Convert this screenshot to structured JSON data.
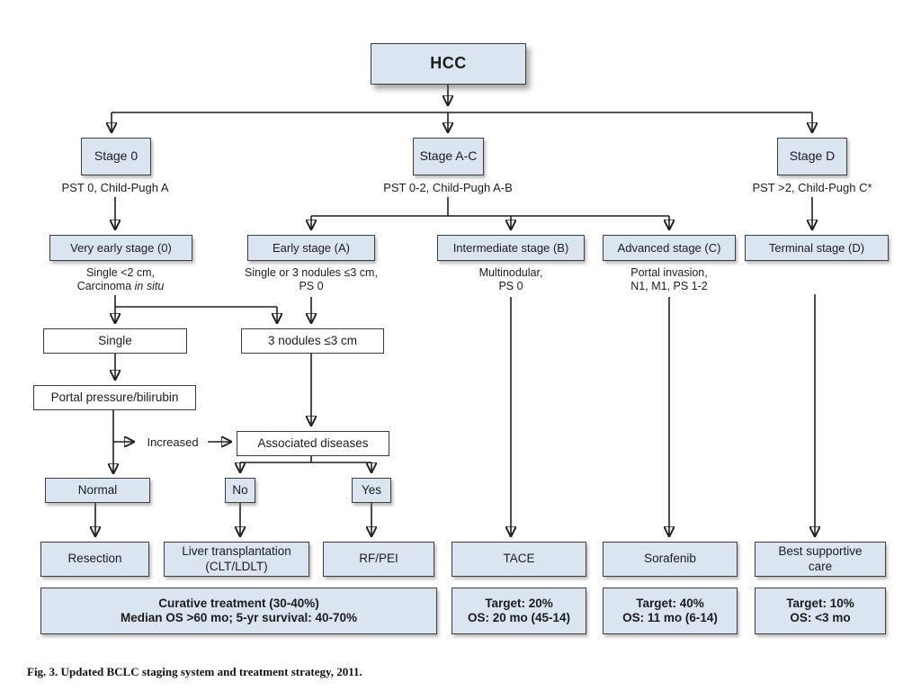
{
  "root": {
    "label": "HCC"
  },
  "branches": [
    {
      "label": "Stage 0",
      "criteria": "PST 0, Child-Pugh A"
    },
    {
      "label": "Stage A-C",
      "criteria": "PST 0-2, Child-Pugh A-B"
    },
    {
      "label": "Stage D",
      "criteria": "PST >2, Child-Pugh C*"
    }
  ],
  "stages": [
    {
      "label": "Very early stage (0)",
      "line1": "Single <2 cm,",
      "line2_plain": "Carcinoma",
      "line2_italic": "in situ"
    },
    {
      "label": "Early stage (A)",
      "line1": "Single or 3 nodules ≤3 cm,",
      "line2": "PS 0"
    },
    {
      "label": "Intermediate stage (B)",
      "line1": "Multinodular,",
      "line2": "PS 0"
    },
    {
      "label": "Advanced stage (C)",
      "line1": "Portal invasion,",
      "line2": "N1, M1, PS 1-2"
    },
    {
      "label": "Terminal stage (D)"
    }
  ],
  "decisions": {
    "single": "Single",
    "three_nodules": "3 nodules ≤3 cm",
    "portal_pressure": "Portal pressure/bilirubin",
    "increased": "Increased",
    "associated_diseases": "Associated diseases",
    "normal": "Normal",
    "no": "No",
    "yes": "Yes"
  },
  "treatments": {
    "resection": "Resection",
    "transplant_line1": "Liver transplantation",
    "transplant_line2": "(CLT/LDLT)",
    "rf_pei": "RF/PEI",
    "tace": "TACE",
    "sorafenib": "Sorafenib",
    "bsc_line1": "Best supportive",
    "bsc_line2": "care"
  },
  "outcomes": {
    "curative_line1": "Curative treatment (30-40%)",
    "curative_line2": "Median OS >60 mo; 5-yr survival: 40-70%",
    "tace_line1": "Target: 20%",
    "tace_line2": "OS: 20 mo (45-14)",
    "sorafenib_line1": "Target: 40%",
    "sorafenib_line2": "OS: 11 mo (6-14)",
    "bsc_line1": "Target: 10%",
    "bsc_line2": "OS: <3 mo"
  },
  "caption": "Fig. 3. Updated BCLC staging system and treatment strategy, 2011.",
  "colors": {
    "box_fill": "#dbe5f1",
    "box_border": "#3d3d3d",
    "line": "#1f1f1f"
  }
}
